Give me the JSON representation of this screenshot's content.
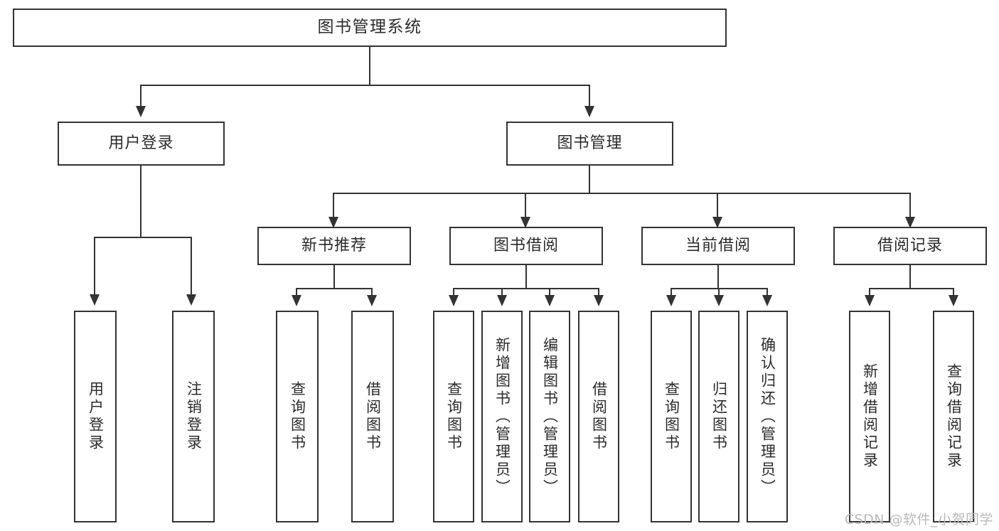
{
  "diagram": {
    "title": "图书管理系统",
    "type": "tree-hierarchy",
    "root": {
      "label": "图书管理系统"
    },
    "level2": [
      {
        "label": "用户登录"
      },
      {
        "label": "图书管理"
      }
    ],
    "level3": [
      {
        "label": "新书推荐"
      },
      {
        "label": "图书借阅"
      },
      {
        "label": "当前借阅"
      },
      {
        "label": "借阅记录"
      }
    ],
    "leaves": {
      "user_login": [
        {
          "label": "用户登录"
        },
        {
          "label": "注销登录"
        }
      ],
      "new_book_recommend": [
        {
          "label": "查询图书"
        },
        {
          "label": "借阅图书"
        }
      ],
      "book_borrow": [
        {
          "label": "查询图书"
        },
        {
          "label": "新增图书（管理员）"
        },
        {
          "label": "编辑图书（管理员）"
        },
        {
          "label": "借阅图书"
        }
      ],
      "current_borrow": [
        {
          "label": "查询图书"
        },
        {
          "label": "归还图书"
        },
        {
          "label": "确认归还（管理员）"
        }
      ],
      "borrow_record": [
        {
          "label": "新增借阅记录"
        },
        {
          "label": "查询借阅记录"
        }
      ]
    }
  },
  "watermark": {
    "text": "CSDN @软件_小贺同学"
  },
  "colors": {
    "background": "#ffffff",
    "box_border": "#333333",
    "text": "#2b2b2b",
    "connector": "#333333",
    "watermark": "#b9b9b9"
  }
}
